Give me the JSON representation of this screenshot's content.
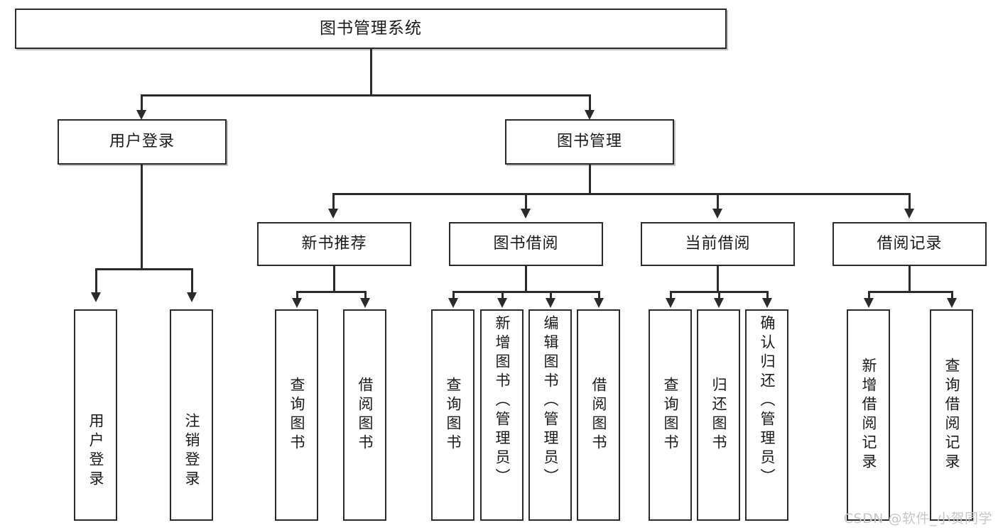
{
  "diagram": {
    "type": "tree",
    "title": "图书管理系统",
    "root": {
      "label": "图书管理系统"
    },
    "tier2": [
      {
        "label": "用户登录"
      },
      {
        "label": "图书管理"
      }
    ],
    "tier3": [
      {
        "label": "新书推荐"
      },
      {
        "label": "图书借阅"
      },
      {
        "label": "当前借阅"
      },
      {
        "label": "借阅记录"
      }
    ],
    "leaves": {
      "user_login": [
        {
          "label": "用户登录"
        },
        {
          "label": "注销登录"
        }
      ],
      "new_books": [
        {
          "label": "查询图书"
        },
        {
          "label": "借阅图书"
        }
      ],
      "book_borrow": [
        {
          "label": "查询图书"
        },
        {
          "label": "新增图书（管理员）"
        },
        {
          "label": "编辑图书（管理员）"
        },
        {
          "label": "借阅图书"
        }
      ],
      "current_borrow": [
        {
          "label": "查询图书"
        },
        {
          "label": "归还图书"
        },
        {
          "label": "确认归还（管理员）"
        }
      ],
      "borrow_record": [
        {
          "label": "新增借阅记录"
        },
        {
          "label": "查询借阅记录"
        }
      ]
    },
    "watermark": "CSDN @软件_小贺同学",
    "colors": {
      "stroke": "#2b2b2b",
      "fill": "#ffffff",
      "text": "#1a1a1a",
      "watermark": "#c7c7c7"
    }
  }
}
